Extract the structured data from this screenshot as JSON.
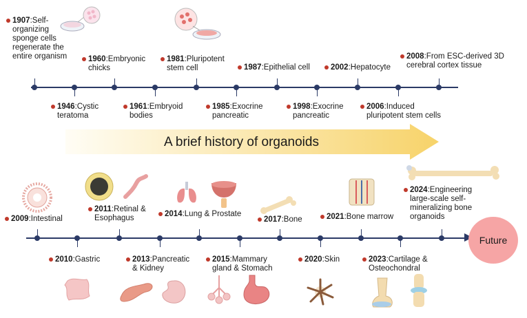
{
  "title": "A brief history of organoids",
  "future_label": "Future",
  "colors": {
    "timeline": "#2b3a66",
    "bullet": "#c0392b",
    "arrow_start": "#fffdf5",
    "arrow_end": "#f7d36a",
    "future": "#f6a5a5"
  },
  "events_top": [
    {
      "year": "1907",
      "text": ":Self-organizing sponge cells regenerate the entire organism"
    },
    {
      "year": "1946",
      "text": ":Cystic teratoma"
    },
    {
      "year": "1960",
      "text": ":Embryonic chicks"
    },
    {
      "year": "1961",
      "text": ":Embryoid bodies"
    },
    {
      "year": "1981",
      "text": ":Pluripotent stem cell"
    },
    {
      "year": "1985",
      "text": ":Exocrine pancreatic"
    },
    {
      "year": "1987",
      "text": ":Epithelial cell"
    },
    {
      "year": "1998",
      "text": ":Exocrine pancreatic"
    },
    {
      "year": "2002",
      "text": ":Hepatocyte"
    },
    {
      "year": "2006",
      "text": ":Induced pluripotent stem cells"
    },
    {
      "year": "2008",
      "text": ":From ESC-derived 3D cerebral cortex tissue"
    }
  ],
  "events_bottom": [
    {
      "year": "2009",
      "text": ":Intestinal"
    },
    {
      "year": "2010",
      "text": ":Gastric"
    },
    {
      "year": "2011",
      "text": ":Retinal & Esophagus"
    },
    {
      "year": "2013",
      "text": ":Pancreatic & Kidney"
    },
    {
      "year": "2014",
      "text": ":Lung & Prostate"
    },
    {
      "year": "2015",
      "text": ":Mammary gland & Stomach"
    },
    {
      "year": "2017",
      "text": ":Bone"
    },
    {
      "year": "2020",
      "text": ":Skin"
    },
    {
      "year": "2021",
      "text": ":Bone marrow"
    },
    {
      "year": "2023",
      "text": ":Cartilage & Osteochondral"
    },
    {
      "year": "2024",
      "text": ":Engineering large-scale self-mineralizing bone organoids"
    }
  ]
}
